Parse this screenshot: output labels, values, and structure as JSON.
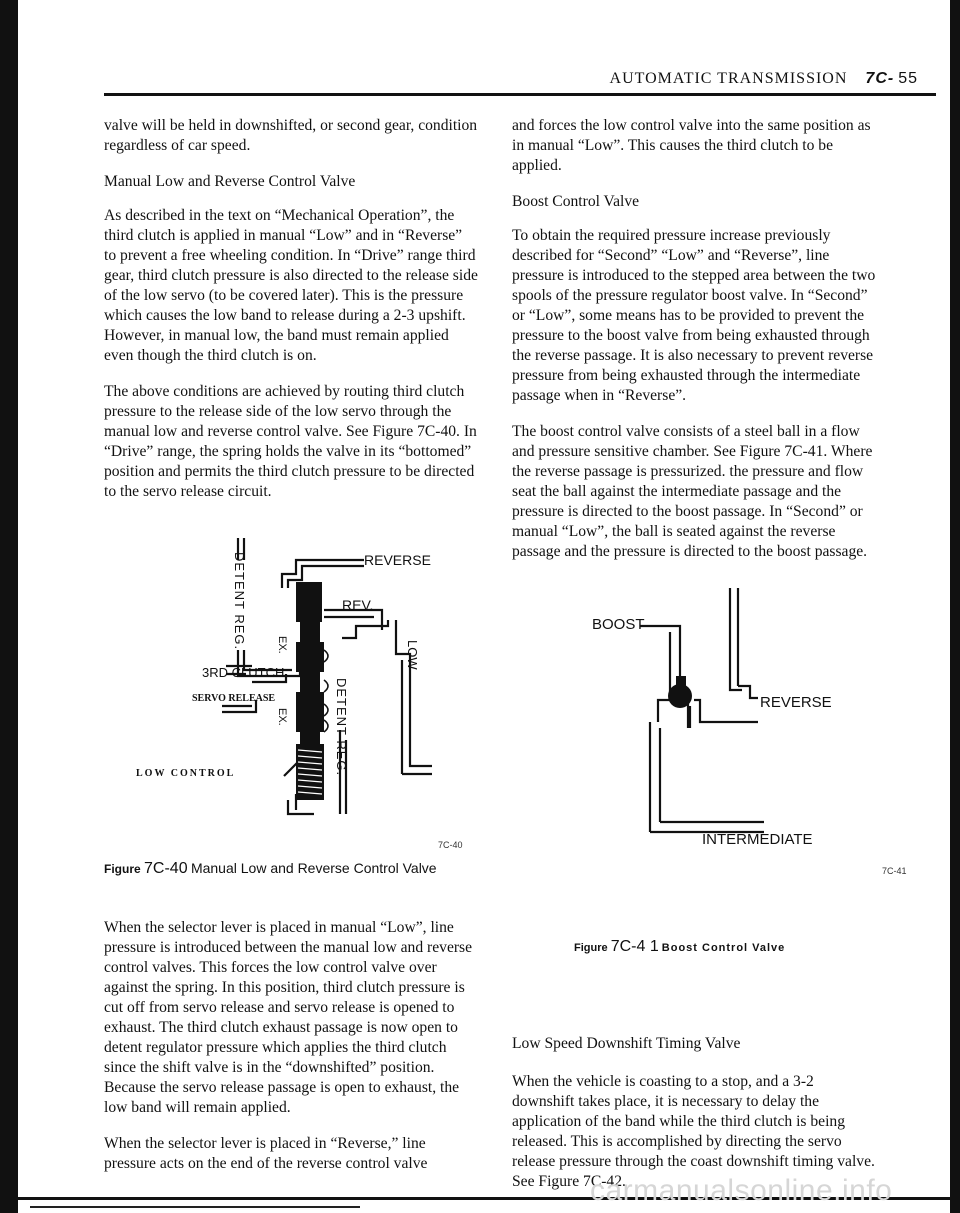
{
  "header": {
    "section_title": "AUTOMATIC TRANSMISSION",
    "page_code": "7C-",
    "page_number": "55"
  },
  "left_column": {
    "p1": "valve will be held in downshifted, or second gear, condition regardless of car speed.",
    "heading1": "Manual Low and Reverse Control Valve",
    "p2": "As described in the text on “Mechanical Operation”, the third clutch is applied in manual “Low” and in “Reverse” to prevent a free wheeling condition. In “Drive” range third gear, third clutch pressure is also directed to the release side of the low servo (to be covered later). This is the pressure which causes the low band to release during a 2-3 upshift. However, in manual low, the band must remain applied even though the third clutch is on.",
    "p3": "The above conditions are achieved by routing third clutch pressure to the release side of the low servo through the manual low and reverse control valve. See Figure 7C-40. In “Drive” range, the spring holds the valve in its “bottomed” position and permits the third clutch pressure to be directed to the servo release circuit.",
    "p4": "When the selector lever is placed in manual “Low”, line pressure is introduced between the manual low and reverse control valves. This forces the low control valve over against the spring. In this position, third clutch pressure is cut off from servo release and servo release is opened to exhaust. The third clutch exhaust passage is now open to detent regulator pressure which applies the third clutch since the shift valve is in the “downshifted” position. Because the servo release passage is open to exhaust, the low band will remain applied.",
    "p5": "When the selector lever is placed in “Reverse,” line pressure acts on the end of the reverse control valve"
  },
  "figure_40": {
    "labels": {
      "detent_reg_top": "DETENT REG.",
      "reverse": "REVERSE",
      "rev": "REV.",
      "ex_top": "EX.",
      "low": "LOW",
      "third_clutch": "3RD CLUTCH",
      "detent_reg_mid": "DETENT REG.",
      "servo_release": "SERVO RELEASE",
      "ex_bottom": "EX.",
      "low_control": "LOW CONTROL"
    },
    "tag": "7C-40",
    "caption_prefix": "Figure",
    "caption_number": "7C-40",
    "caption_title": "Manual Low and Reverse Control Valve"
  },
  "right_column": {
    "p1": "and forces the low control valve into the same position as in manual “Low”. This causes the third clutch to be applied.",
    "heading1": "Boost Control Valve",
    "p2": "To obtain the required pressure increase previously described for “Second” “Low” and “Reverse”, line pressure is introduced to the stepped area between the two spools of the pressure regulator boost valve. In “Second” or “Low”, some means has to be provided to prevent the pressure to the boost valve from being exhausted through the reverse passage. It is also necessary to prevent reverse pressure from being exhausted through the intermediate passage when in “Reverse”.",
    "p3": "The boost control valve consists of a steel ball in a flow and pressure sensitive chamber. See Figure 7C-41. Where the reverse passage is pressurized. the pressure and flow seat the ball against the intermediate passage and the pressure is directed to the boost passage. In “Second” or manual “Low”, the ball is seated against the reverse passage and the pressure is directed to the boost passage.",
    "heading2": "Low Speed Downshift Timing Valve",
    "p4": "When the vehicle is coasting to a stop, and a 3-2 downshift takes place, it is necessary to delay the application of the band while the third clutch is being released. This is accomplished by directing the servo release pressure through the coast downshift timing valve. See Figure 7C-42."
  },
  "figure_41": {
    "labels": {
      "boost": "BOOST",
      "reverse": "REVERSE",
      "intermediate": "INTERMEDIATE"
    },
    "tag": "7C-41",
    "caption_prefix": "Figure",
    "caption_number": "7C-4 1",
    "caption_title": "Boost Control Valve"
  },
  "footer": {
    "watermark": "carmanualsonline.info"
  }
}
